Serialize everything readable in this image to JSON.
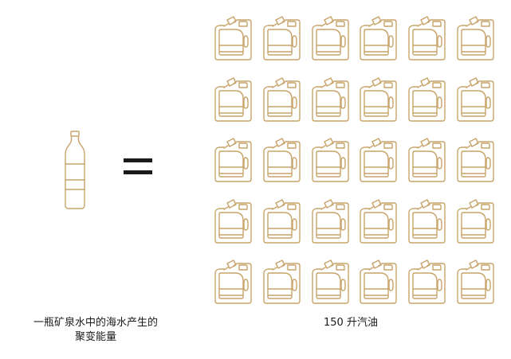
{
  "colors": {
    "icon_stroke": "#c8a46a",
    "text": "#1a1a1a",
    "equals": "#1a1a1a",
    "background": "#ffffff"
  },
  "icons": {
    "left": "water-bottle-icon",
    "operator": "equals-sign",
    "right": "gasoline-jerrycan-icon"
  },
  "jug_grid": {
    "rows": 5,
    "columns": 6
  },
  "left_caption": {
    "line1": "一瓶矿泉水中的海水产生的",
    "line2": "聚变能量"
  },
  "right_caption": {
    "text": "150 升汽油"
  }
}
